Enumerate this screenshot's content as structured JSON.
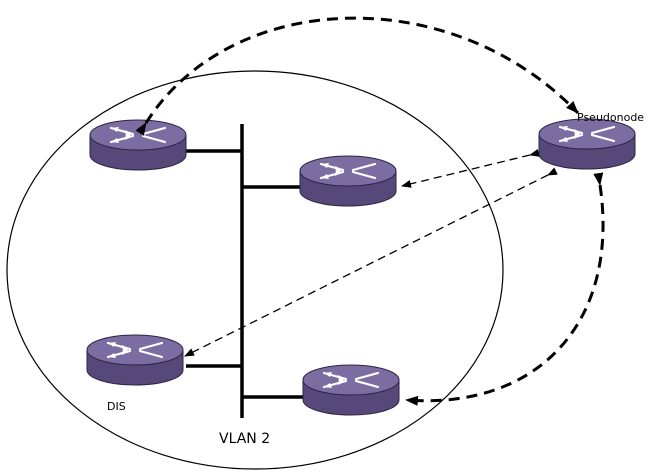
{
  "labels": {
    "pseudonode": "Pseudonode",
    "dis": "DIS",
    "vlan": "VLAN 2"
  },
  "colors": {
    "router_top": "#7b6da2",
    "router_side": "#56497a",
    "router_edge": "#2d2446",
    "arrow_glyph": "#ffffff",
    "line": "#000000"
  },
  "icons": {
    "router": "router-icon",
    "pseudonode": "router-icon"
  }
}
